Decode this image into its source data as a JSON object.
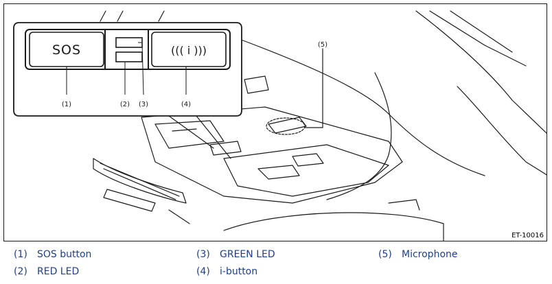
{
  "figure": {
    "figure_id": "ET-10016",
    "inset": {
      "sos_label": "SOS",
      "i_button_label": "((( i )))",
      "callouts": [
        "(1)",
        "(2)",
        "(3)",
        "(4)"
      ]
    },
    "main_callout": "(5)"
  },
  "legend": [
    {
      "num": "(1)",
      "label": "SOS button"
    },
    {
      "num": "(2)",
      "label": "RED LED"
    },
    {
      "num": "(3)",
      "label": "GREEN LED"
    },
    {
      "num": "(4)",
      "label": "i-button"
    },
    {
      "num": "(5)",
      "label": "Microphone"
    }
  ],
  "colors": {
    "legend_text": "#1f3f8a",
    "line": "#1a1a1a"
  }
}
